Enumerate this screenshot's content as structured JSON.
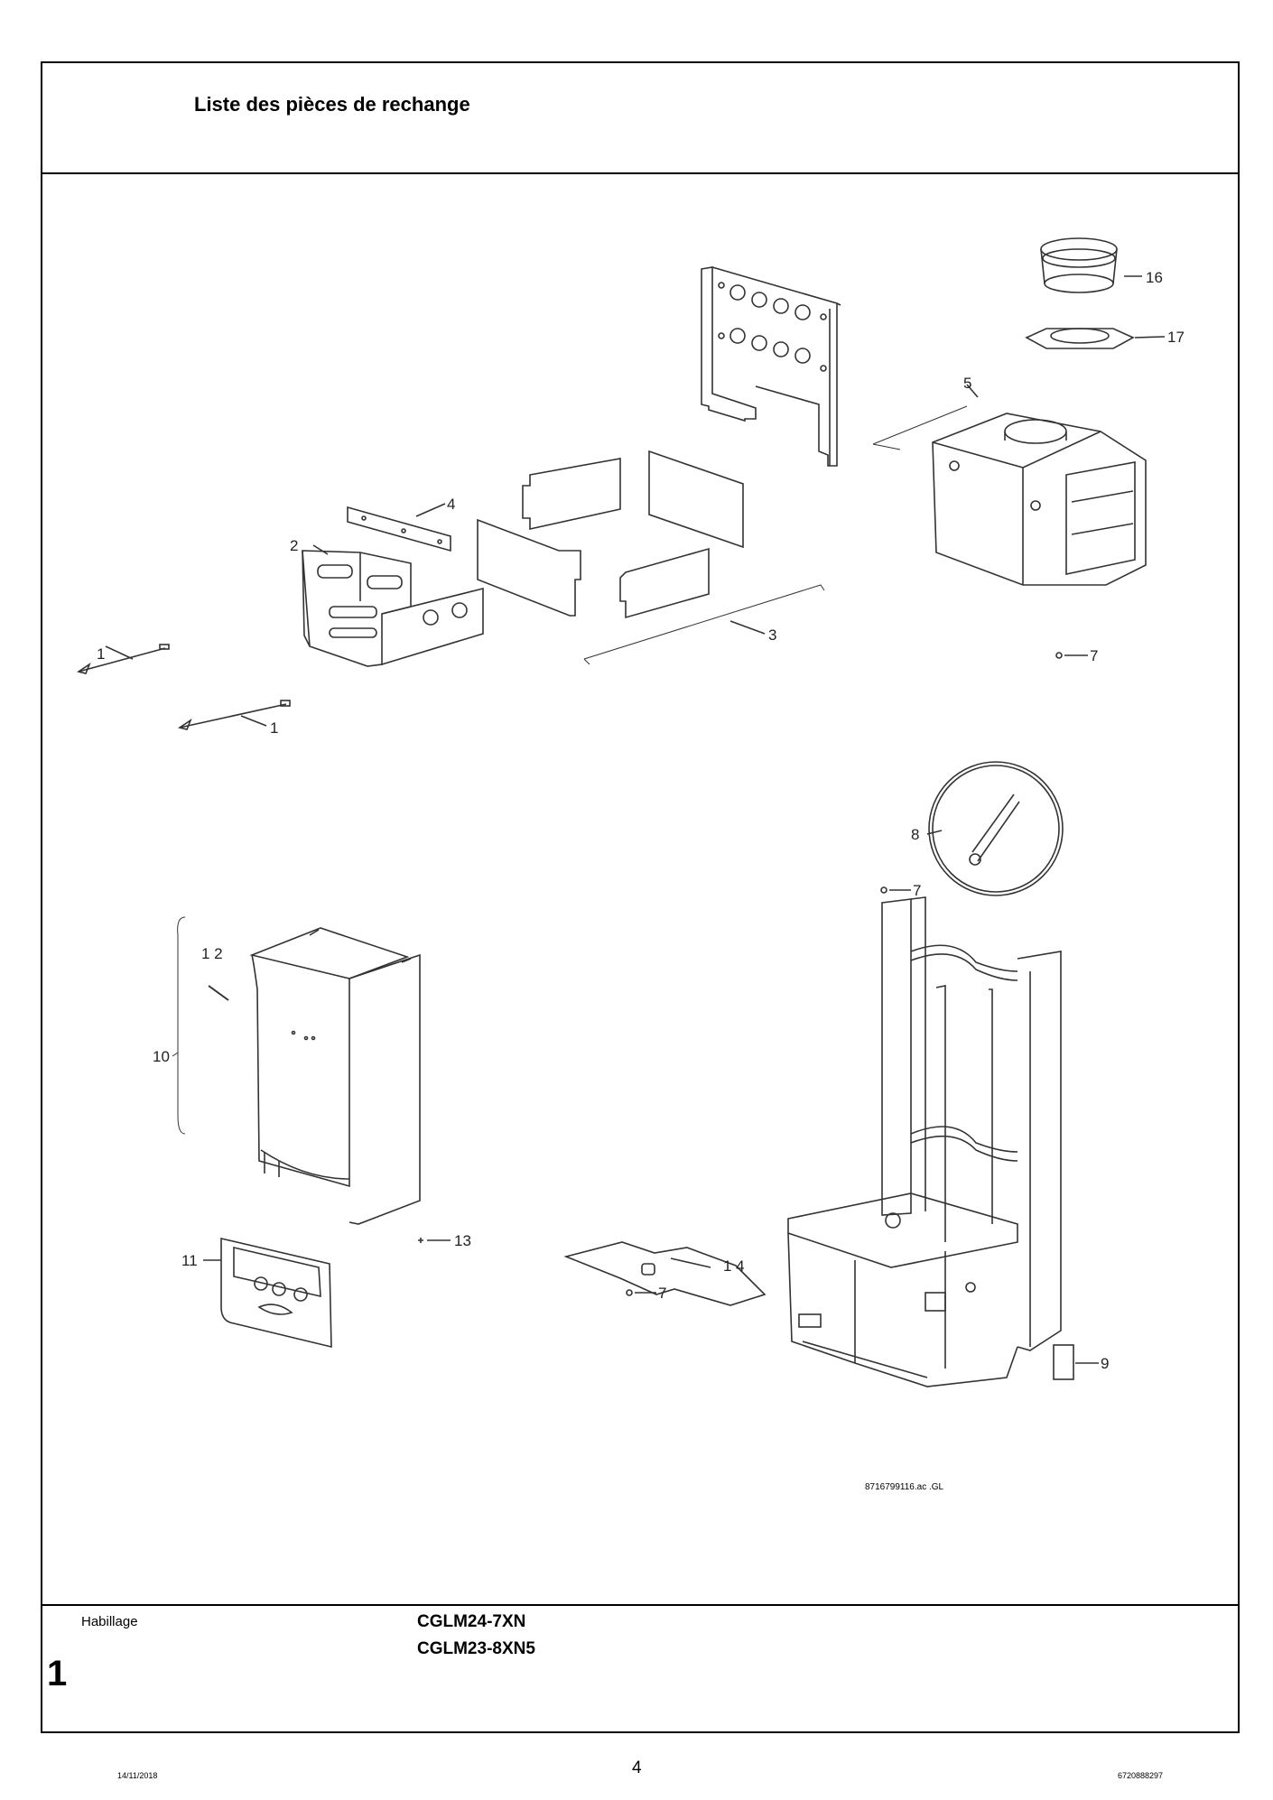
{
  "header": {
    "title": "Liste des pièces de rechange"
  },
  "diagram": {
    "callouts": [
      "16",
      "17",
      "5",
      "4",
      "2",
      "1",
      "1",
      "3",
      "7",
      "8",
      "7",
      "1 2",
      "10",
      "13",
      "1 4",
      "7",
      "11",
      "9"
    ],
    "reference": "8716799116.ac  .GL"
  },
  "section": {
    "label": "Habillage",
    "number": "1",
    "models": [
      "CGLM24-7XN",
      "CGLM23-8XN5"
    ]
  },
  "footer": {
    "date": "14/11/2018",
    "page": "4",
    "ref": "6720888297"
  }
}
